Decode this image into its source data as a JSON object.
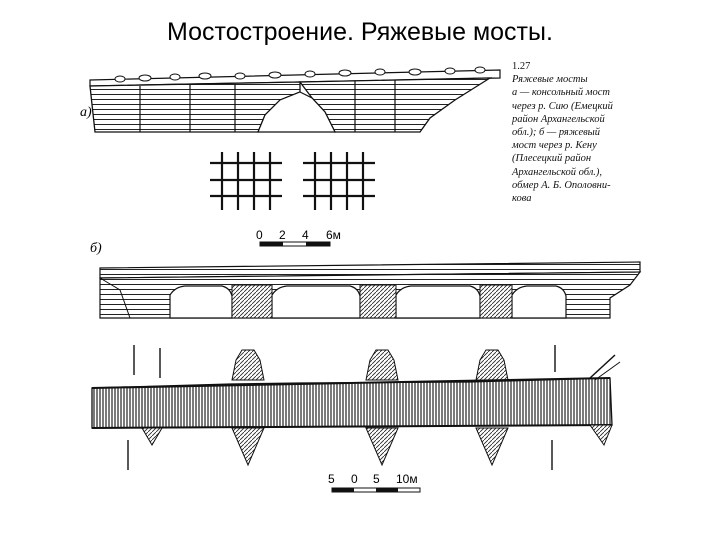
{
  "slide": {
    "title": "Мостостроение. Ряжевые мосты."
  },
  "figure": {
    "number": "1.27",
    "caption_lines": [
      "Ряжевые мосты",
      "а — консольный мост",
      "через р. Сию (Емецкий",
      "район Архангельской",
      "обл.); б — ряжевый",
      "мост через р. Кену",
      "(Плесецкий район",
      "Архангельской обл.),",
      "обмер А. Б. Ополовни-",
      "кова"
    ],
    "label_a": "а)",
    "label_b": "б)",
    "scale_top": {
      "ticks": [
        "0",
        "2",
        "4",
        "6м"
      ]
    },
    "scale_bottom": {
      "ticks": [
        "5",
        "0",
        "5",
        "10м"
      ]
    }
  }
}
